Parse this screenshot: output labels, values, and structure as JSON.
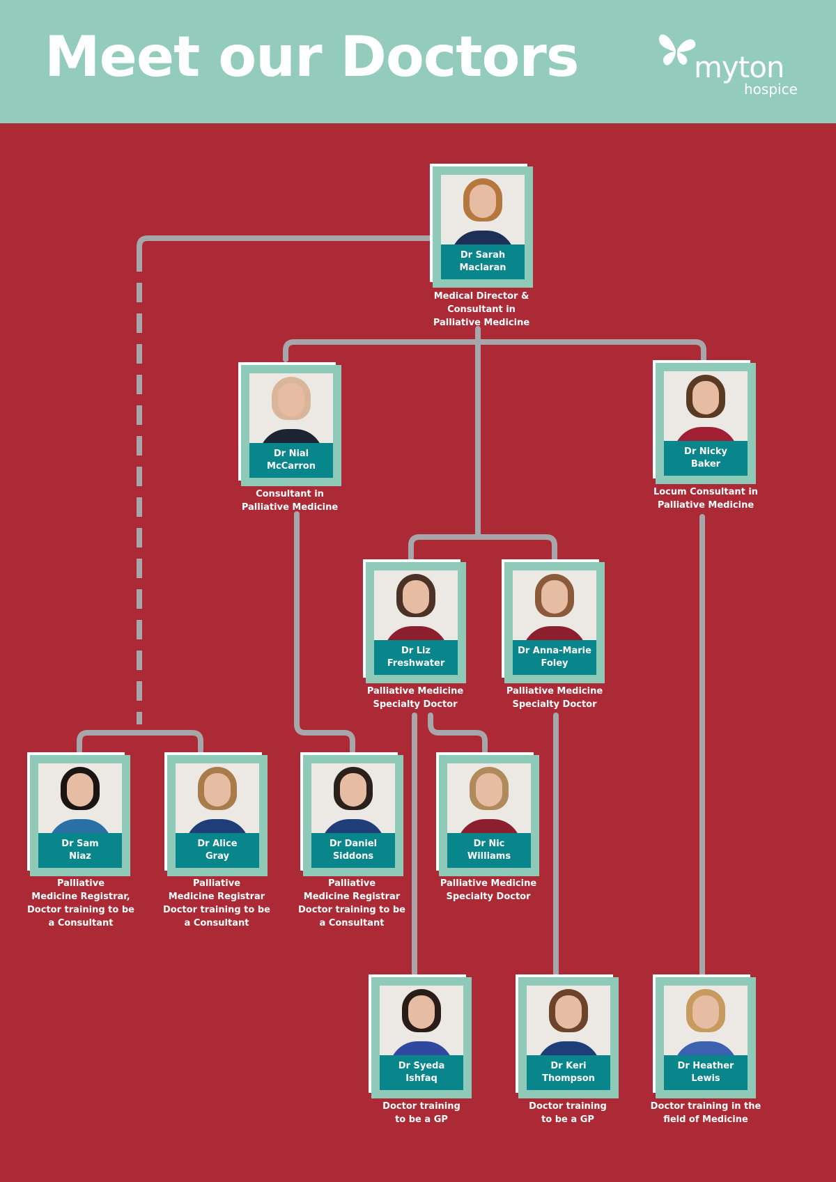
{
  "header": {
    "title": "Meet our Doctors"
  },
  "logo": {
    "name": "myton",
    "sub": "hospice"
  },
  "colors": {
    "background": "#ab2a35",
    "header": "#93cbbc",
    "frame": "#8ecab7",
    "name_bar": "#08868b",
    "connector": "#a7a6ab"
  },
  "doctors": [
    {
      "name": "Dr Sarah\nMaclaran",
      "role": "Medical Director &\nConsultant in\nPalliative Medicine",
      "hair": "#b5773d",
      "top": "#1e2f57"
    },
    {
      "name": "Dr Nial\nMcCarron",
      "role": "Consultant in\nPalliative Medicine",
      "hair": "#d9b59a",
      "top": "#1d2433"
    },
    {
      "name": "Dr Nicky\nBaker",
      "role": "Locum Consultant in\nPalliative Medicine",
      "hair": "#5b3a24",
      "top": "#a01f35"
    },
    {
      "name": "Dr Liz\nFreshwater",
      "role": "Palliative Medicine\nSpecialty Doctor",
      "hair": "#4a3226",
      "top": "#8c1e2e"
    },
    {
      "name": "Dr Anna-Marie\nFoley",
      "role": "Palliative Medicine\nSpecialty Doctor",
      "hair": "#8a5a3a",
      "top": "#8c1e2e"
    },
    {
      "name": "Dr Sam\nNiaz",
      "role": "Palliative\nMedicine Registrar,\nDoctor training to be\na Consultant",
      "hair": "#1a1412",
      "top": "#2a6fa6"
    },
    {
      "name": "Dr Alice\nGray",
      "role": "Palliative\nMedicine Registrar\nDoctor training to be\na Consultant",
      "hair": "#a77b4a",
      "top": "#1f3d78"
    },
    {
      "name": "Dr Daniel\nSiddons",
      "role": "Palliative\nMedicine Registrar\nDoctor training to be\na Consultant",
      "hair": "#2b211b",
      "top": "#1f3d78"
    },
    {
      "name": "Dr Nic\nWilliams",
      "role": "Palliative Medicine\nSpecialty Doctor",
      "hair": "#b08a5a",
      "top": "#8c1e2e"
    },
    {
      "name": "Dr Syeda\nIshfaq",
      "role": "Doctor training\nto be a GP",
      "hair": "#2a1c16",
      "top": "#3148a0"
    },
    {
      "name": "Dr Keri\nThompson",
      "role": "Doctor training\nto be a GP",
      "hair": "#6b4429",
      "top": "#1f3d78"
    },
    {
      "name": "Dr Heather\nLewis",
      "role": "Doctor training in the\nfield of Medicine",
      "hair": "#c79a5d",
      "top": "#3c61b0"
    }
  ]
}
